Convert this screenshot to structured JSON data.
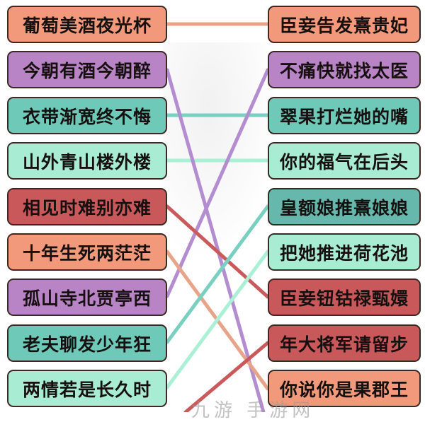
{
  "colors": {
    "orange": "#f1997a",
    "purple": "#b884c6",
    "teal": "#6fc9b8",
    "mint": "#a8edd3",
    "red": "#c8585a",
    "teal_dark": "#67b8ac",
    "line_orange": "#e8a488",
    "line_purple": "#b48cd0",
    "line_teal": "#79cfc0",
    "line_mint": "#a9f0d6",
    "line_red": "#c9595b"
  },
  "left_items": [
    {
      "label": "葡萄美酒夜光杯",
      "color": "orange"
    },
    {
      "label": "今朝有酒今朝醉",
      "color": "purple"
    },
    {
      "label": "衣带渐宽终不悔",
      "color": "teal"
    },
    {
      "label": "山外青山楼外楼",
      "color": "mint"
    },
    {
      "label": "相见时难别亦难",
      "color": "red"
    },
    {
      "label": "十年生死两茫茫",
      "color": "orange"
    },
    {
      "label": "孤山寺北贾亭西",
      "color": "purple"
    },
    {
      "label": "老夫聊发少年狂",
      "color": "teal"
    },
    {
      "label": "两情若是长久时",
      "color": "mint"
    }
  ],
  "right_items": [
    {
      "label": "臣妾告发熹贵妃",
      "color": "orange"
    },
    {
      "label": "不痛快就找太医",
      "color": "purple"
    },
    {
      "label": "翠果打烂她的嘴",
      "color": "teal"
    },
    {
      "label": "你的福气在后头",
      "color": "mint"
    },
    {
      "label": "皇额娘推熹娘娘",
      "color": "teal_dark"
    },
    {
      "label": "把她推进荷花池",
      "color": "mint"
    },
    {
      "label": "臣妾钮钴禄甄嬛",
      "color": "red"
    },
    {
      "label": "年大将军请留步",
      "color": "red"
    },
    {
      "label": "你说你是果郡王",
      "color": "orange"
    }
  ],
  "connections": [
    {
      "from": 0,
      "to": 0,
      "color": "line_orange"
    },
    {
      "from": 1,
      "to": "offscreen-bottom",
      "color": "line_purple"
    },
    {
      "from": 2,
      "to": 2,
      "color": "line_teal"
    },
    {
      "from": 3,
      "to": 3,
      "color": "line_mint"
    },
    {
      "from": 4,
      "to": 6,
      "color": "line_red"
    },
    {
      "from": 5,
      "to": 8,
      "color": "line_orange"
    },
    {
      "from": 6,
      "to": 1,
      "color": "line_purple"
    },
    {
      "from": 7,
      "to": 4,
      "color": "line_teal"
    },
    {
      "from": 8,
      "to": 5,
      "color": "line_mint"
    },
    {
      "from": "offscreen-bottom",
      "to": 7,
      "color": "line_red"
    }
  ],
  "watermark": "九游 手游网"
}
